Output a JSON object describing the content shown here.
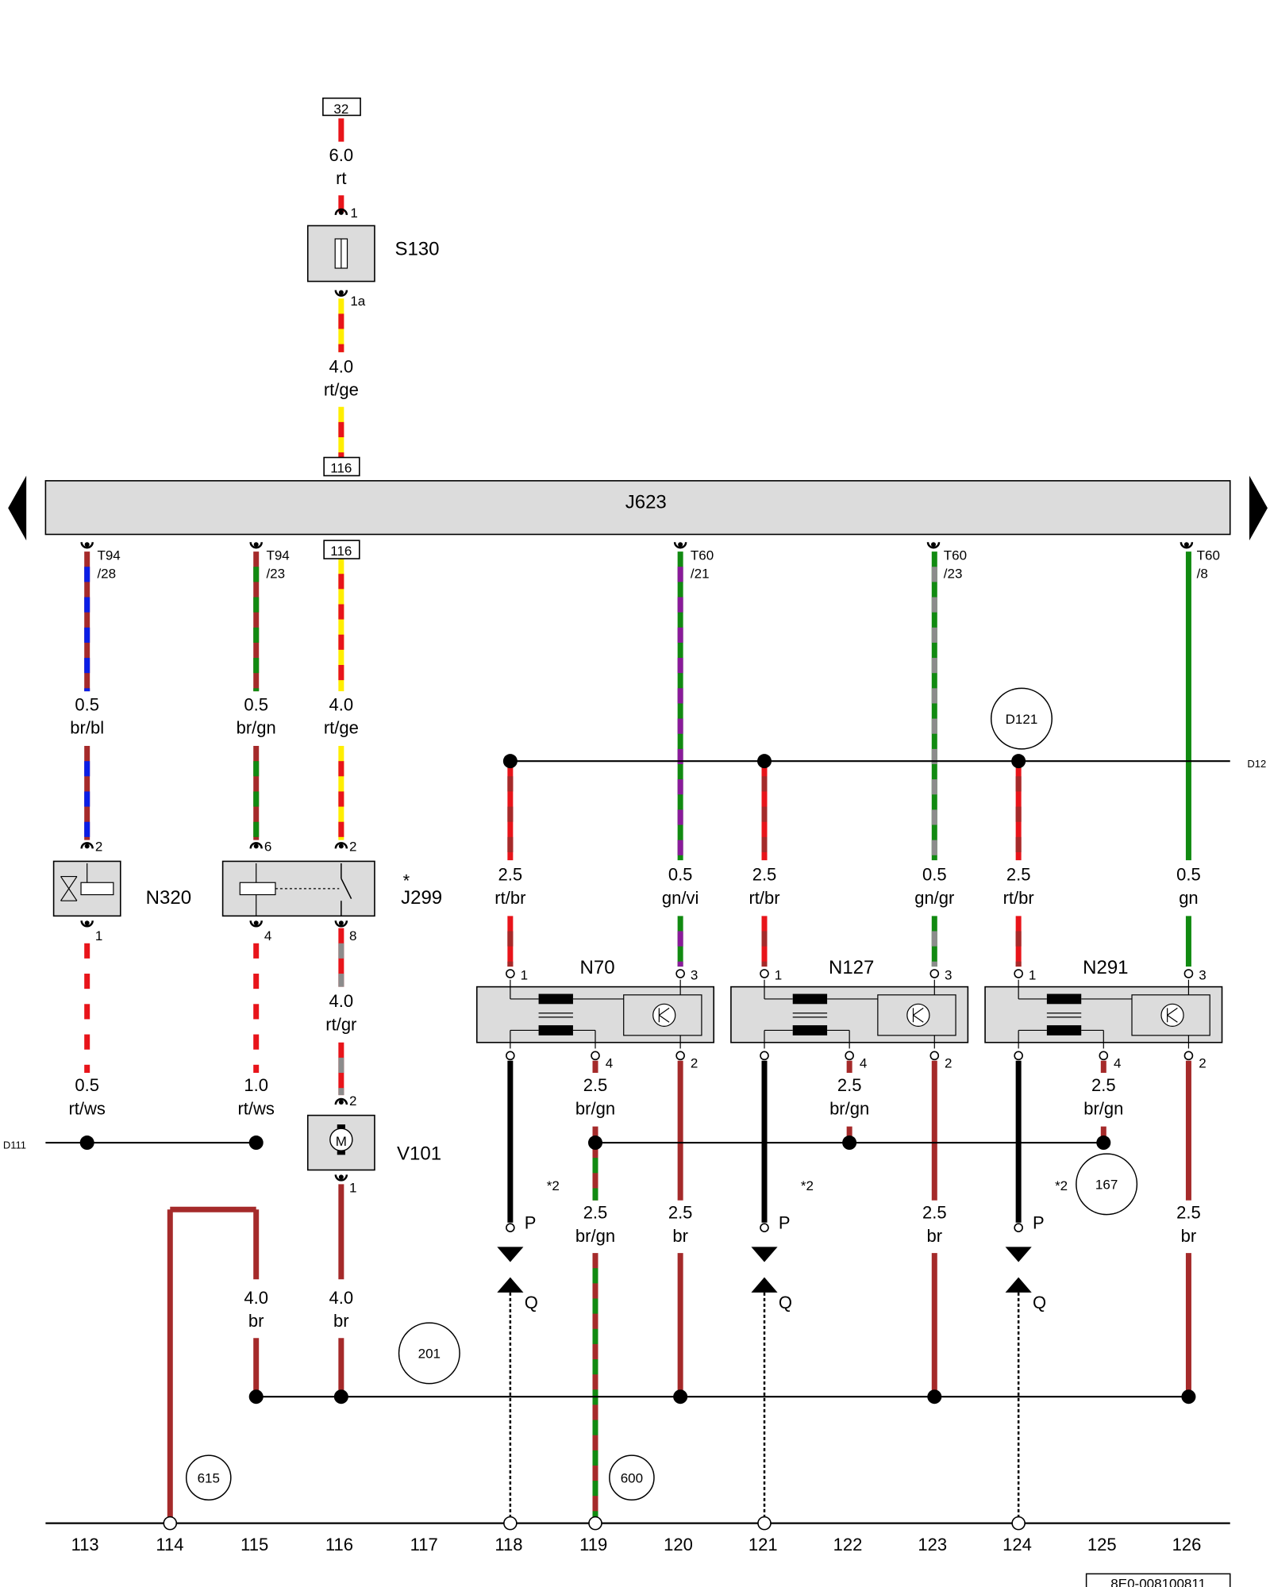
{
  "wire_colors": {
    "rt": "#e8141a",
    "br": "#a52a2a",
    "bl": "#0a1ee6",
    "gn": "#118a11",
    "ge": "#ffee00",
    "ws": "#ffffff",
    "gr": "#8c8c8c",
    "vi": "#8a1a9a",
    "sw": "#000000"
  },
  "components": {
    "fuse": "S130",
    "ecu": "J623",
    "n320": "N320",
    "j299": "J299",
    "j299_mark": "*",
    "v101": "V101",
    "n70": "N70",
    "n127": "N127",
    "n291": "N291"
  },
  "terminal_boxes": {
    "top": "32",
    "bus_in": "116",
    "bus_out": "116"
  },
  "connectors": [
    {
      "id": "t94_28",
      "line1": "T94",
      "line2": "/28"
    },
    {
      "id": "t94_23",
      "line1": "T94",
      "line2": "/23"
    },
    {
      "id": "t60_21",
      "line1": "T60",
      "line2": "/21"
    },
    {
      "id": "t60_23",
      "line1": "T60",
      "line2": "/23"
    },
    {
      "id": "t60_8",
      "line1": "T60",
      "line2": "/8"
    }
  ],
  "wires": [
    {
      "id": "w32",
      "size": "6.0",
      "color": "rt"
    },
    {
      "id": "ws130",
      "size": "4.0",
      "color": "rt/ge"
    },
    {
      "id": "w113",
      "size": "0.5",
      "color": "br/bl"
    },
    {
      "id": "w115",
      "size": "0.5",
      "color": "br/gn"
    },
    {
      "id": "w116",
      "size": "4.0",
      "color": "rt/ge"
    },
    {
      "id": "w113b",
      "size": "0.5",
      "color": "rt/ws"
    },
    {
      "id": "w115b",
      "size": "1.0",
      "color": "rt/ws"
    },
    {
      "id": "w116b",
      "size": "4.0",
      "color": "rt/gr"
    },
    {
      "id": "w115c",
      "size": "4.0",
      "color": "br"
    },
    {
      "id": "w116c",
      "size": "4.0",
      "color": "br"
    },
    {
      "id": "w118",
      "size": "2.5",
      "color": "rt/br"
    },
    {
      "id": "w120",
      "size": "0.5",
      "color": "gn/vi"
    },
    {
      "id": "w121",
      "size": "2.5",
      "color": "rt/br"
    },
    {
      "id": "w123",
      "size": "0.5",
      "color": "gn/gr"
    },
    {
      "id": "w124",
      "size": "2.5",
      "color": "rt/br"
    },
    {
      "id": "w126",
      "size": "0.5",
      "color": "gn"
    },
    {
      "id": "w119a",
      "size": "2.5",
      "color": "br/gn"
    },
    {
      "id": "w122",
      "size": "2.5",
      "color": "br/gn"
    },
    {
      "id": "w125",
      "size": "2.5",
      "color": "br/gn"
    },
    {
      "id": "w119b",
      "size": "2.5",
      "color": "br/gn"
    },
    {
      "id": "w120b",
      "size": "2.5",
      "color": "br"
    },
    {
      "id": "w123b",
      "size": "2.5",
      "color": "br"
    },
    {
      "id": "w126b",
      "size": "2.5",
      "color": "br"
    }
  ],
  "pins": [
    "1",
    "1a",
    "2",
    "1",
    "6",
    "4",
    "2",
    "8",
    "2",
    "1",
    "1",
    "3",
    "4",
    "2",
    "1",
    "3",
    "4",
    "2",
    "1",
    "3",
    "4",
    "2"
  ],
  "references": [
    "D121",
    "167",
    "201",
    "615",
    "600"
  ],
  "bus_labels": {
    "d12": "D12",
    "d111": "D111"
  },
  "notes": [
    "*2",
    "*2",
    "*2"
  ],
  "arrow_labels": [
    "P",
    "Q",
    "P",
    "Q",
    "P",
    "Q"
  ],
  "icons": {
    "motor": "M"
  },
  "columns": [
    "113",
    "114",
    "115",
    "116",
    "117",
    "118",
    "119",
    "120",
    "121",
    "122",
    "123",
    "124",
    "125",
    "126"
  ],
  "diagram_id": "8E0-008100811"
}
